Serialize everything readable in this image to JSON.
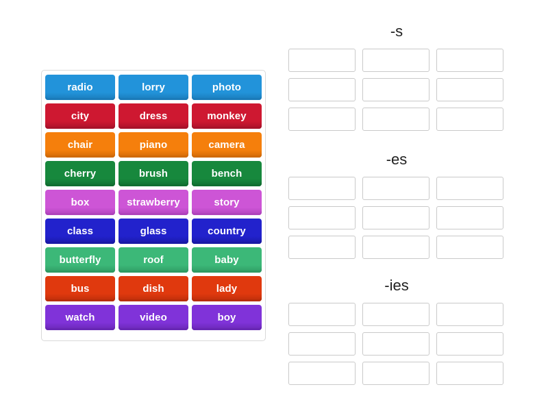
{
  "activity": {
    "type": "group-sort",
    "background_color": "#ffffff"
  },
  "tile_panel": {
    "name": "word-tiles",
    "border_color": "#d8d8d8",
    "rows": [
      {
        "color": "#2293DA",
        "shadow": "#1A7BB9",
        "tiles": [
          "radio",
          "lorry",
          "photo"
        ]
      },
      {
        "color": "#CE1831",
        "shadow": "#A8122A",
        "tiles": [
          "city",
          "dress",
          "monkey"
        ]
      },
      {
        "color": "#F57F0C",
        "shadow": "#D06A07",
        "tiles": [
          "chair",
          "piano",
          "camera"
        ]
      },
      {
        "color": "#17883D",
        "shadow": "#116E31",
        "tiles": [
          "cherry",
          "brush",
          "bench"
        ]
      },
      {
        "color": "#CD55D6",
        "shadow": "#B043BC",
        "tiles": [
          "box",
          "strawberry",
          "story"
        ]
      },
      {
        "color": "#2222CC",
        "shadow": "#1919A6",
        "tiles": [
          "class",
          "glass",
          "country"
        ]
      },
      {
        "color": "#3CB878",
        "shadow": "#2F9A63",
        "tiles": [
          "butterfly",
          "roof",
          "baby"
        ]
      },
      {
        "color": "#E0390E",
        "shadow": "#B92D0A",
        "tiles": [
          "bus",
          "dish",
          "lady"
        ]
      },
      {
        "color": "#8033D9",
        "shadow": "#6827B4",
        "tiles": [
          "watch",
          "video",
          "boy"
        ]
      }
    ]
  },
  "groups": [
    {
      "id": "s",
      "title": "-s",
      "slot_count": 9,
      "slots": [
        "",
        "",
        "",
        "",
        "",
        "",
        "",
        "",
        ""
      ]
    },
    {
      "id": "es",
      "title": "-es",
      "slot_count": 9,
      "slots": [
        "",
        "",
        "",
        "",
        "",
        "",
        "",
        "",
        ""
      ]
    },
    {
      "id": "ies",
      "title": "-ies",
      "slot_count": 9,
      "slots": [
        "",
        "",
        "",
        "",
        "",
        "",
        "",
        "",
        ""
      ]
    }
  ]
}
